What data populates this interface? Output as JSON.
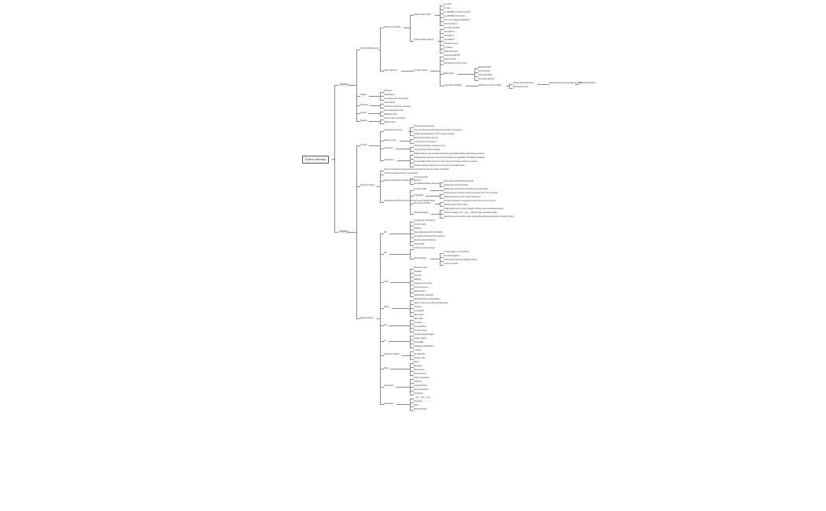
{
  "mindmap": {
    "root": "Python Internals",
    "branches": [
      {
        "label": "Overview",
        "children": [
          {
            "label": "Memory Management",
            "children": [
              {
                "label": "Reference counting",
                "children": [
                  {
                    "label": "Object header fields",
                    "children": [
                      "ob_refcnt",
                      "ob_type",
                      "Py_INCREF increments counter",
                      "Py_DECREF decrements",
                      "Zero count triggers deallocation",
                      "Immortal objects"
                    ]
                  },
                  {
                    "label": "Cycle garbage collector",
                    "children": [
                      "gc module interface",
                      "Generation 0",
                      "Generation 1",
                      "Generation 2",
                      "Threshold tuning",
                      "gc.collect()",
                      "Weak references"
                    ]
                  }
                ]
              },
              {
                "label": "Object allocator",
                "children": [
                  {
                    "label": "pymalloc arenas",
                    "children": [
                      "Arena size 256 KiB",
                      "Pools of 4 KiB",
                      "Size classes in 8 byte steps",
                      {
                        "label": "Block states",
                        "children": [
                          "Allocated block",
                          "Free list block",
                          "Untouched block",
                          "Pool state tracking"
                        ]
                      },
                      {
                        "label": "Large object handling",
                        "children": [
                          {
                            "label": "Falls back to system malloc",
                            "children": [
                              {
                                "label": "Objects above 512 bytes",
                                "children": [
                                  {
                                    "label": "Requests larger than pymalloc threshold",
                                    "children": [
                                      "Direct OS allocation"
                                    ]
                                  }
                                ]
                              },
                              "Returned memory"
                            ]
                          }
                        ]
                      }
                    ]
                  }
                ]
              }
            ]
          },
          {
            "label": "Objects",
            "children": [
              "PyObject",
              "PyVarObject",
              "Type object and slot methods"
            ]
          },
          {
            "label": "Bytecode",
            "children": [
              "Code objects",
              "Instruction format and operands"
            ]
          },
          {
            "label": "Frames",
            "children": [
              "Frame stack and locals",
              "Evaluation loop"
            ]
          },
          {
            "label": "Modules",
            "children": [
              "Import system and finders",
              "Module cache"
            ]
          }
        ]
      },
      {
        "label": "Runtime",
        "children": [
          {
            "label": "The GIL",
            "children": [
              {
                "label": "Global interpreter lock",
                "children": [
                  "Protects interpreter state",
                  "Only one thread executes bytecode at a time in a process",
                  "Switch interval defaults to 5 ms between threads"
                ]
              },
              {
                "label": "Release points",
                "children": [
                  "Blocking I/O releases the GIL",
                  "C extensions can release it"
                ]
              },
              {
                "label": "Contention",
                "children": [
                  "CPU-bound threads compete for lock",
                  "Convoy effects with I/O threads"
                ]
              },
              {
                "label": "Alternatives",
                "children": [
                  "Multiprocessing uses separate interpreters and avoids shared state between workers",
                  "Subinterpreters with a per interpreter GIL allow true parallelism for isolated workloads",
                  "Free-threaded builds remove the GIL entirely but change reference counting",
                  "Asyncio provides cooperative concurrency on a single thread"
                ]
              }
            ]
          },
          {
            "label": "Execution model",
            "children": [
              "Source is tokenized and parsed into an abstract syntax tree before compilation",
              "Compiler emits bytecode to code objects",
              {
                "label": "Eval loop dispatches opcodes per instruction",
                "children": [
                  "Computed gotos",
                  {
                    "label": "Specializing adaptive interpreter",
                    "children": [
                      "Inline caches for attributes and calls",
                      "Quickening of hot instructions"
                    ]
                  }
                ]
              },
              {
                "label": "Exceptions unwind the frame stack and search handler tables",
                "children": [
                  {
                    "label": "Exception table",
                    "children": [
                      "Ranges map instructions to handlers and stack depth"
                    ]
                  },
                  {
                    "label": "Tracebacks",
                    "children": [
                      "Linked frames record line numbers for each level of the call stack",
                      "Chained exceptions keep context and cause"
                    ]
                  },
                  {
                    "label": "Zero-cost try blocks",
                    "children": [
                      "No setup instruction is executed on entry when no error occurs",
                      "Handler lookup only on raise"
                    ]
                  },
                  {
                    "label": "Cleanup handlers",
                    "children": [
                      "Finally blocks run on every exit path including return break and continue",
                      "Context managers call __exit__ with the active exception details",
                      "Generators and coroutines close cleanly when garbage collected or explicitly closed"
                    ]
                  }
                ]
              }
            ]
          },
          {
            "label": "Data structures",
            "children": [
              {
                "label": "Dict",
                "children": [
                  "Compact key table layout",
                  "Insertion order",
                  "Hashing",
                  "Open addressing with perturbation",
                  "Key sharing dictionaries for instances",
                  "Resizing at two thirds load",
                  "Version tags"
                ]
              },
              {
                "label": "List",
                "children": [
                  "Dynamic array of pointers",
                  {
                    "label": "Over-allocation",
                    "children": [
                      "Growth pattern 0 4 8 16 25 35",
                      "Amortized append",
                      "Sorting with timsort and galloping mode",
                      "In-place reversal"
                    ]
                  }
                ]
              },
              {
                "label": "Tuple",
                "children": [
                  "Fixed size array",
                  "Hashable",
                  "Free lists",
                  "Caching",
                  "Singleton empty tuple",
                  "Struct sequences",
                  "Named tuples",
                  "Packing and unpacking"
                ]
              },
              {
                "label": "String",
                "children": [
                  "PEP 393 flexible representation",
                  "Latin-1, UCS-2 and UCS-4 storage kinds",
                  "Interning",
                  "Immutability",
                  "Hash cache"
                ]
              },
              {
                "label": "Set",
                "children": [
                  "Hash table",
                  "Frozenset",
                  "Set operations",
                  "Dummy entries"
                ]
              },
              {
                "label": "Int",
                "children": [
                  "Arbitrary precision digits",
                  "Small int cache",
                  "30-bit digits",
                  "Karatsuba multiplication"
                ]
              },
              {
                "label": "Float and complex",
                "children": [
                  "C double",
                  "repr algorithm",
                  "Complex pair"
                ]
              },
              {
                "label": "Bytes",
                "children": [
                  "Bytes",
                  "Bytearray",
                  "Memoryview",
                  "Buffer protocol"
                ]
              },
              {
                "label": "Generators",
                "children": [
                  "Frame suspension",
                  "yield from",
                  "send and throw",
                  "Async generators",
                  "Coroutines"
                ]
              },
              {
                "label": "Descriptors",
                "children": [
                  "__get__ and __set__",
                  "Properties",
                  "Slots",
                  "Method binding"
                ]
              }
            ]
          }
        ]
      }
    ]
  }
}
